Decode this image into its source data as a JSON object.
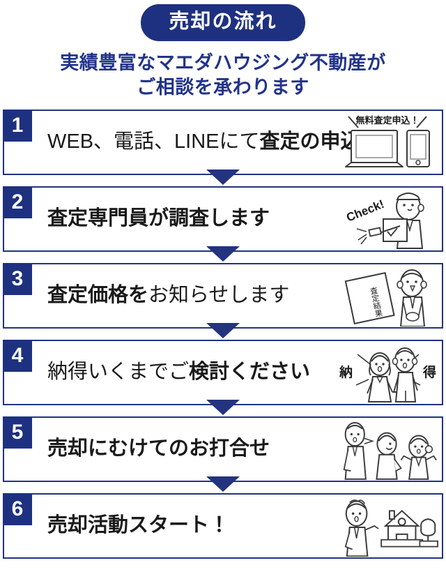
{
  "header": {
    "pill_title": "売却の流れ",
    "subtitle_line1": "実績豊富なマエダハウジング不動産が",
    "subtitle_line2": "ご相談を承わります"
  },
  "colors": {
    "navy": "#1e3180",
    "border_navy": "#23337e",
    "subtitle_navy": "#22338a",
    "text_black": "#1a1a1a",
    "line_art": "#3a3a3a",
    "background": "#ffffff"
  },
  "steps": [
    {
      "number": "1",
      "text_bold": "査定の申込！",
      "text_plain": "WEB、電話、LINEにて",
      "art_name": "laptop-and-smartphone-illustration",
      "art_caption": "無料査定申込！"
    },
    {
      "number": "2",
      "text_bold": "査定専門員が調査します",
      "text_plain": "",
      "art_name": "inspector-with-clipboard-illustration",
      "art_caption": "Check!"
    },
    {
      "number": "3",
      "text_bold": "査定価格を",
      "text_plain": "お知らせします",
      "art_name": "appraisal-result-document-illustration",
      "art_caption": "査定結果"
    },
    {
      "number": "4",
      "text_bold": "検討ください",
      "text_plain": "納得いくまでご",
      "art_name": "satisfied-couple-illustration",
      "art_caption_left": "納",
      "art_caption_right": "得"
    },
    {
      "number": "5",
      "text_bold": "売却にむけてのお打合せ",
      "text_plain": "",
      "art_name": "meeting-three-people-illustration",
      "art_caption": ""
    },
    {
      "number": "6",
      "text_bold": "売却活動スタート！",
      "text_plain": "",
      "art_name": "agent-presenting-house-illustration",
      "art_caption": ""
    }
  ],
  "connector": {
    "icon": "down-triangle-arrow",
    "count": 5
  }
}
